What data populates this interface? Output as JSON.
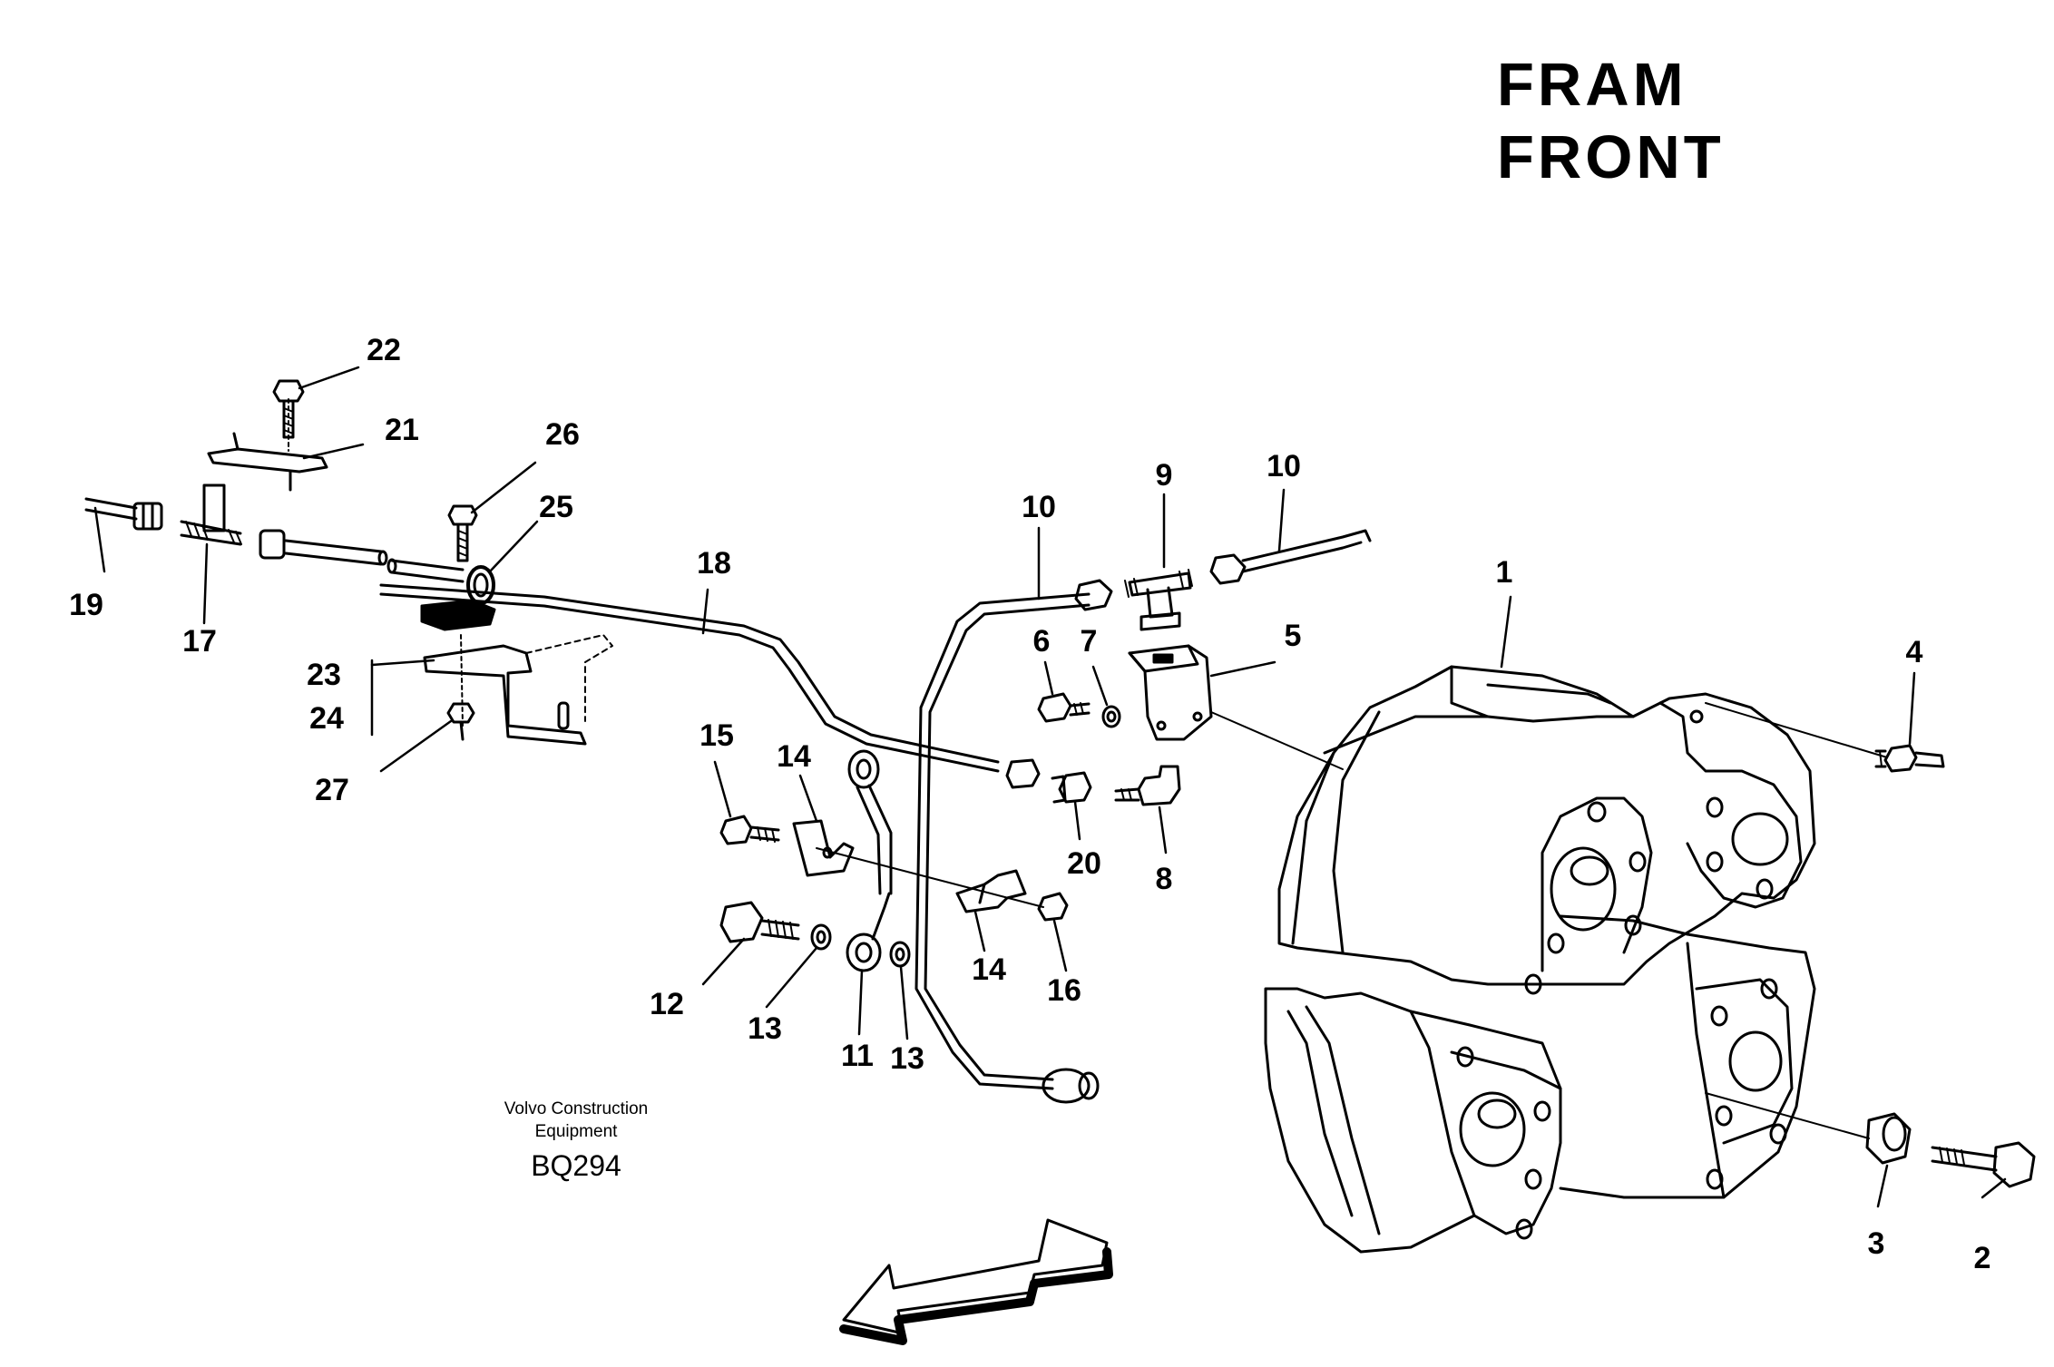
{
  "heading": {
    "line1": "FRAM",
    "line2": "FRONT"
  },
  "credit": {
    "line1": "Volvo Construction",
    "line2": "Equipment",
    "code": "BQ294"
  },
  "callouts": [
    {
      "num": "1"
    },
    {
      "num": "2"
    },
    {
      "num": "3"
    },
    {
      "num": "4"
    },
    {
      "num": "5"
    },
    {
      "num": "6"
    },
    {
      "num": "7"
    },
    {
      "num": "8"
    },
    {
      "num": "9"
    },
    {
      "num": "10"
    },
    {
      "num": "10"
    },
    {
      "num": "11"
    },
    {
      "num": "12"
    },
    {
      "num": "13"
    },
    {
      "num": "13"
    },
    {
      "num": "14"
    },
    {
      "num": "14"
    },
    {
      "num": "15"
    },
    {
      "num": "16"
    },
    {
      "num": "17"
    },
    {
      "num": "18"
    },
    {
      "num": "19"
    },
    {
      "num": "20"
    },
    {
      "num": "21"
    },
    {
      "num": "22"
    },
    {
      "num": "23"
    },
    {
      "num": "24"
    },
    {
      "num": "25"
    },
    {
      "num": "26"
    },
    {
      "num": "27"
    }
  ]
}
